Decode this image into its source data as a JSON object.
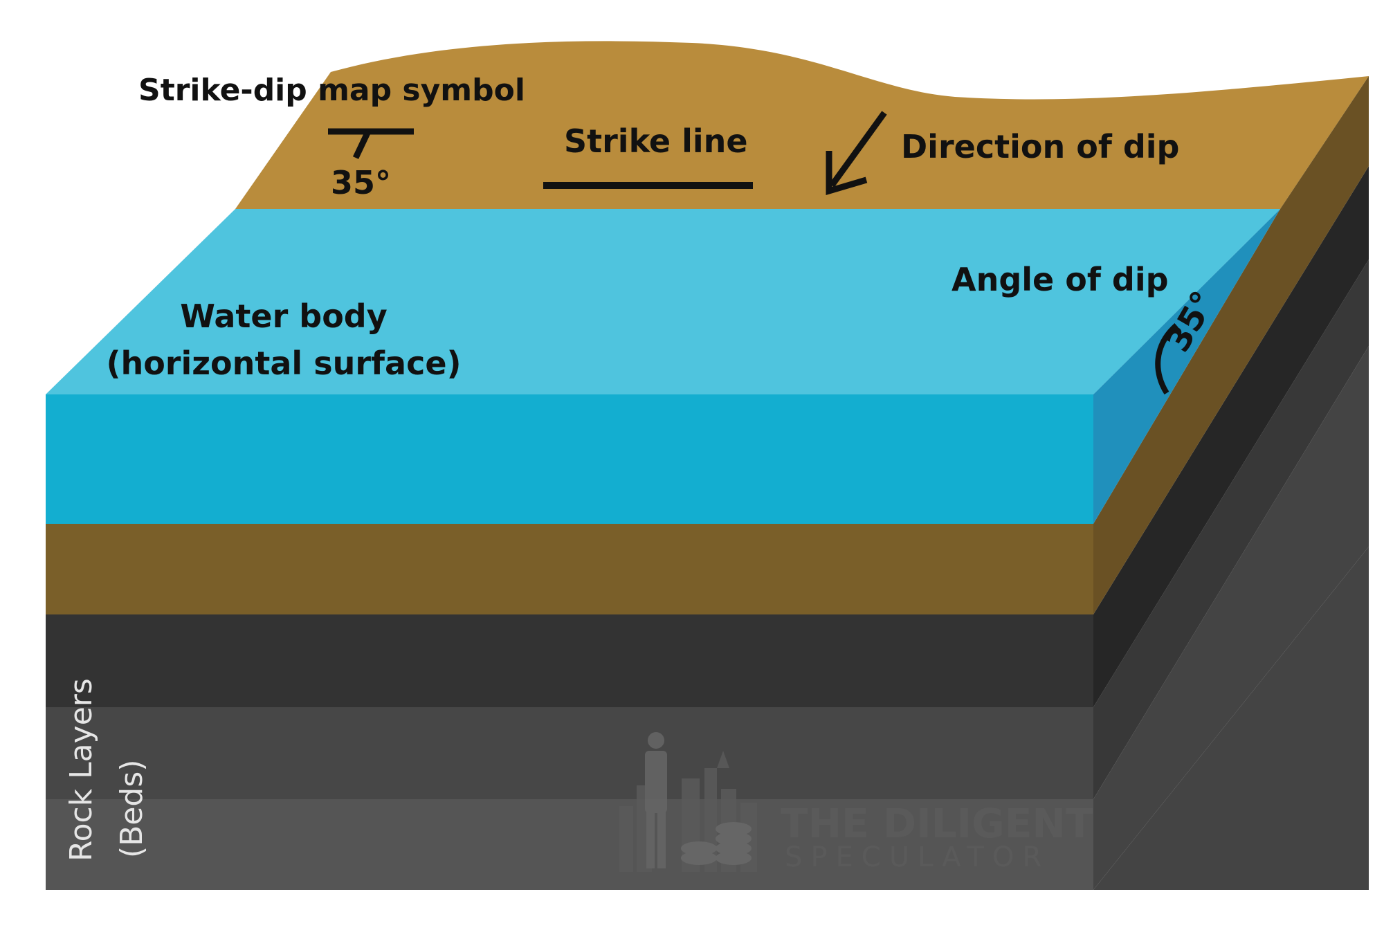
{
  "labels": {
    "strike_dip_symbol": "Strike-dip map symbol",
    "symbol_angle": "35°",
    "strike_line": "Strike line",
    "direction_of_dip": "Direction of dip",
    "angle_of_dip": "Angle of dip",
    "dip_angle_value": "35°",
    "water_body_line1": "Water body",
    "water_body_line2": "(horizontal surface)",
    "rock_layers_line1": "Rock Layers",
    "rock_layers_line2": "(Beds)"
  },
  "watermark": {
    "title": "THE DILIGENT",
    "subtitle": "SPECULATOR"
  },
  "colors": {
    "ground_top": "#b98c3c",
    "water_top": "#4fc4de",
    "water_front": "#13aed0",
    "water_side": "#2090bc",
    "brown_front": "#7a5f29",
    "brown_side": "#6a5124",
    "layer_dark1_front": "#333333",
    "layer_dark1_side": "#262626",
    "layer_dark2_front": "#474747",
    "layer_dark2_side": "#383838",
    "layer_dark3_front": "#555555",
    "layer_dark3_side": "#444444"
  }
}
